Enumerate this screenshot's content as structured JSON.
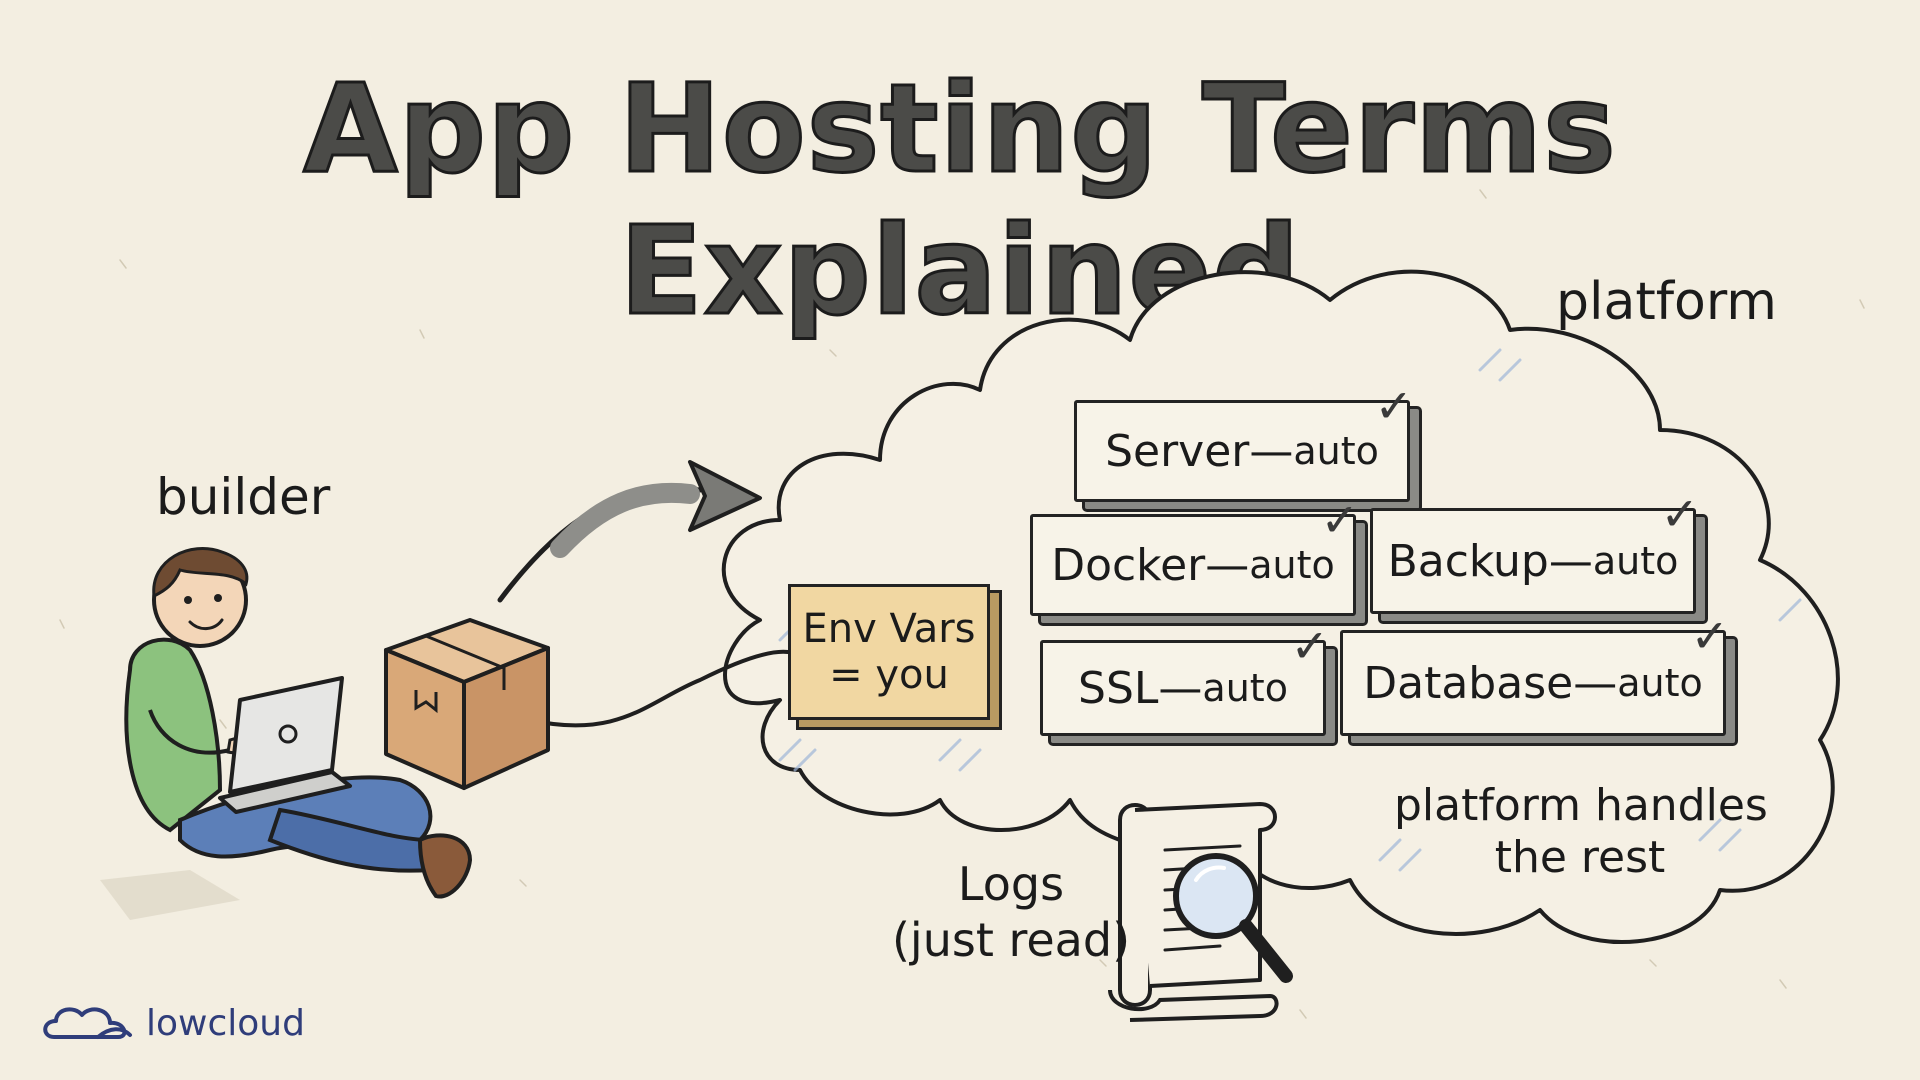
{
  "title": "App Hosting Terms Explained",
  "labels": {
    "builder": "builder",
    "platform": "platform",
    "logs_line1": "Logs",
    "logs_line2": "(just read)",
    "handles_line1": "platform handles",
    "handles_line2": "the rest"
  },
  "env_box": {
    "line1": "Env Vars",
    "line2": "= you"
  },
  "services": [
    {
      "name": "Server",
      "sep": " — ",
      "status": "auto",
      "check": "✓"
    },
    {
      "name": "Docker",
      "sep": " — ",
      "status": "auto",
      "check": "✓"
    },
    {
      "name": "Backup",
      "sep": " — ",
      "status": "auto",
      "check": "✓"
    },
    {
      "name": "SSL",
      "sep": " — ",
      "status": "auto",
      "check": "✓"
    },
    {
      "name": "Database",
      "sep": " — ",
      "status": "auto",
      "check": "✓"
    }
  ],
  "brand": {
    "name": "lowcloud"
  },
  "colors": {
    "background": "#f3eee1",
    "ink": "#1f1f1f",
    "env_fill": "#f1d7a2",
    "shirt": "#8cc27e",
    "jeans": "#5c7fb8",
    "box_fill": "#d9a878",
    "brand": "#2f3d7a",
    "cloud_shade": "#9fb6d8"
  },
  "icons": [
    "cloud-icon",
    "scroll-icon",
    "magnifier-icon",
    "laptop-icon",
    "package-icon",
    "arrow-icon",
    "check-icon"
  ]
}
